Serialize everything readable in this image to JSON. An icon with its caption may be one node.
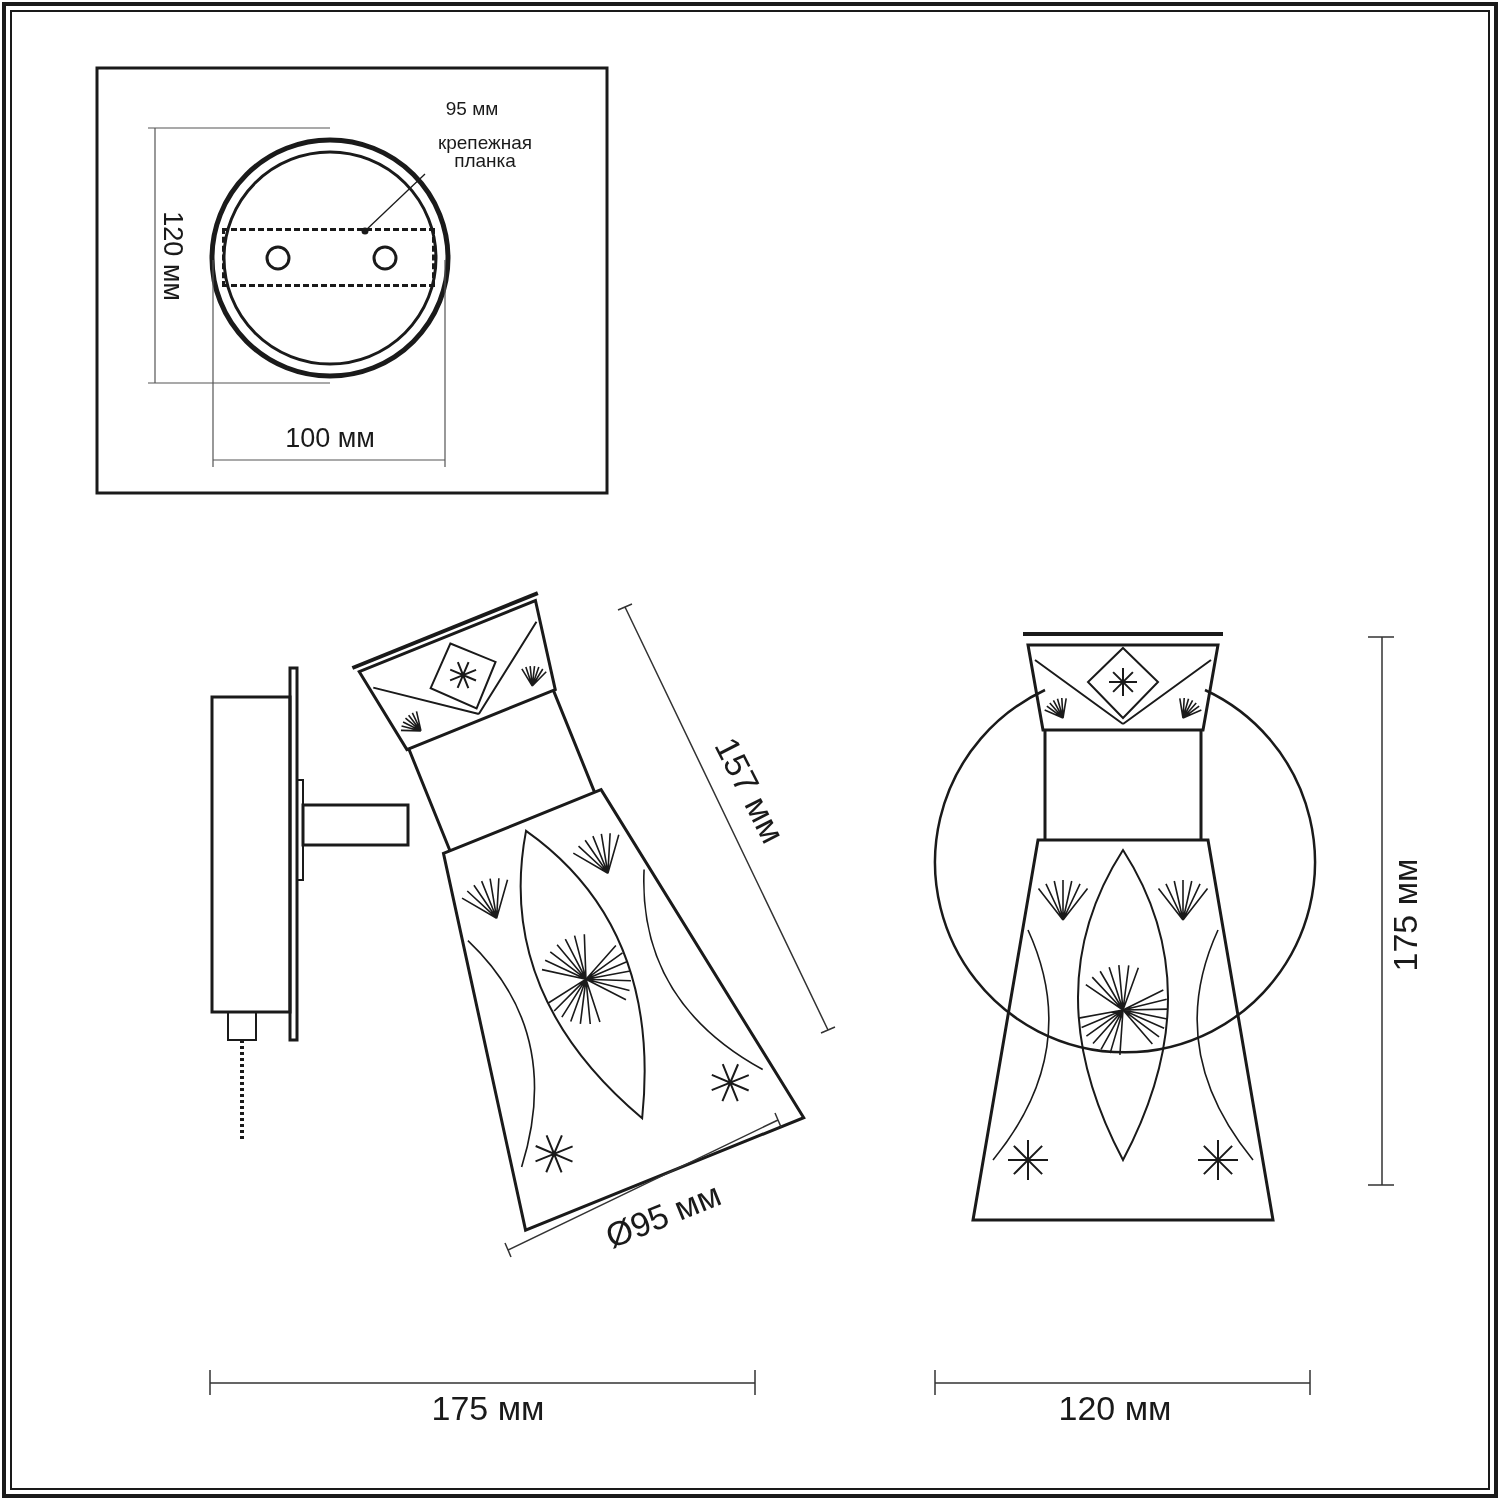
{
  "diagram": {
    "nodes": [
      {
        "text": [
          "крепежная планка"
        ]
      },
      {
        "text": [],
        "shape": "box"
      }
    ],
    "edges": [
      {
        "from": 0,
        "to": 1,
        "arrow": "other"
      }
    ],
    "labels": [
      "95 мм",
      "120 мм",
      "100 мм",
      "157 мм",
      "175 мм",
      "Ø95 мм",
      "175 мм",
      "120 мм"
    ]
  }
}
